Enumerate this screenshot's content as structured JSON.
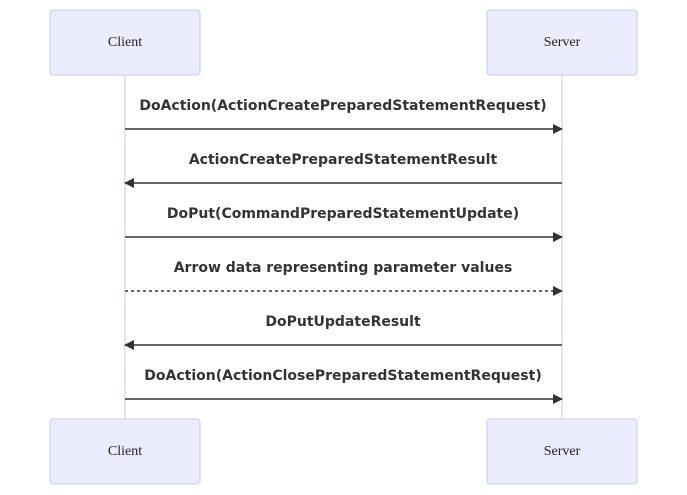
{
  "participants": {
    "client": "Client",
    "server": "Server"
  },
  "messages": [
    {
      "from": "client",
      "to": "server",
      "style": "solid",
      "label": "DoAction(ActionCreatePreparedStatementRequest)"
    },
    {
      "from": "server",
      "to": "client",
      "style": "solid",
      "label": "ActionCreatePreparedStatementResult"
    },
    {
      "from": "client",
      "to": "server",
      "style": "solid",
      "label": "DoPut(CommandPreparedStatementUpdate)"
    },
    {
      "from": "client",
      "to": "server",
      "style": "dotted",
      "label": "Arrow data representing parameter values"
    },
    {
      "from": "server",
      "to": "client",
      "style": "solid",
      "label": "DoPutUpdateResult"
    },
    {
      "from": "client",
      "to": "server",
      "style": "solid",
      "label": "DoAction(ActionClosePreparedStatementRequest)"
    }
  ],
  "colors": {
    "actor_fill": "#ECECFF",
    "actor_border": "#C9C9F0",
    "line": "#333333"
  }
}
